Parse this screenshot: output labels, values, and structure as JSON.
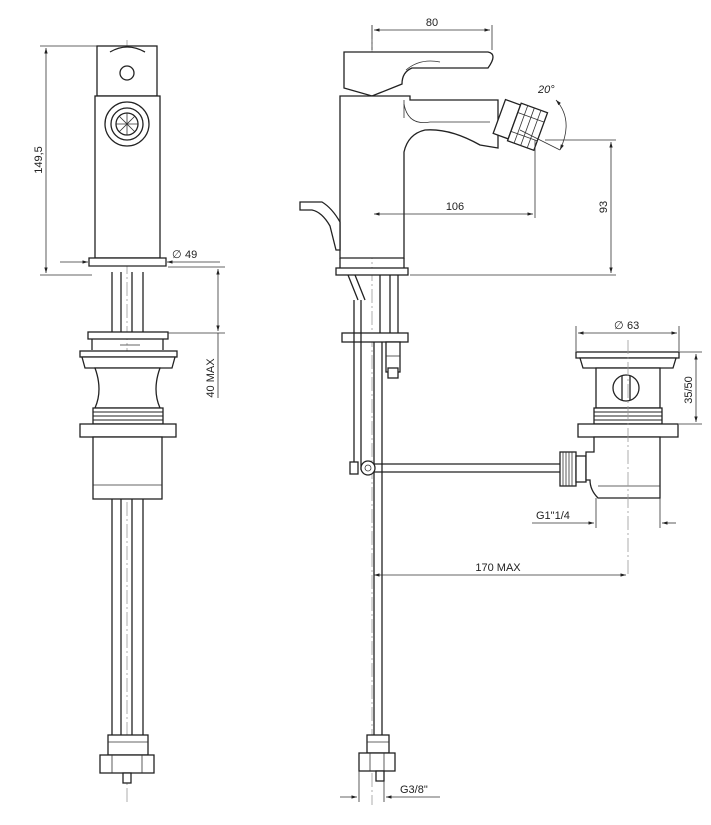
{
  "dimensions": {
    "height_total": "149,5",
    "body_diameter": "49",
    "deck_max": "40 MAX",
    "spout_width": "80",
    "spout_angle": "20°",
    "spout_reach": "106",
    "spout_height": "93",
    "waste_diameter": "63",
    "waste_height": "35/50",
    "waste_thread": "G1\"1/4",
    "rod_length": "170 MAX",
    "hose_thread": "G3/8\""
  },
  "symbols": {
    "diameter": "∅"
  }
}
